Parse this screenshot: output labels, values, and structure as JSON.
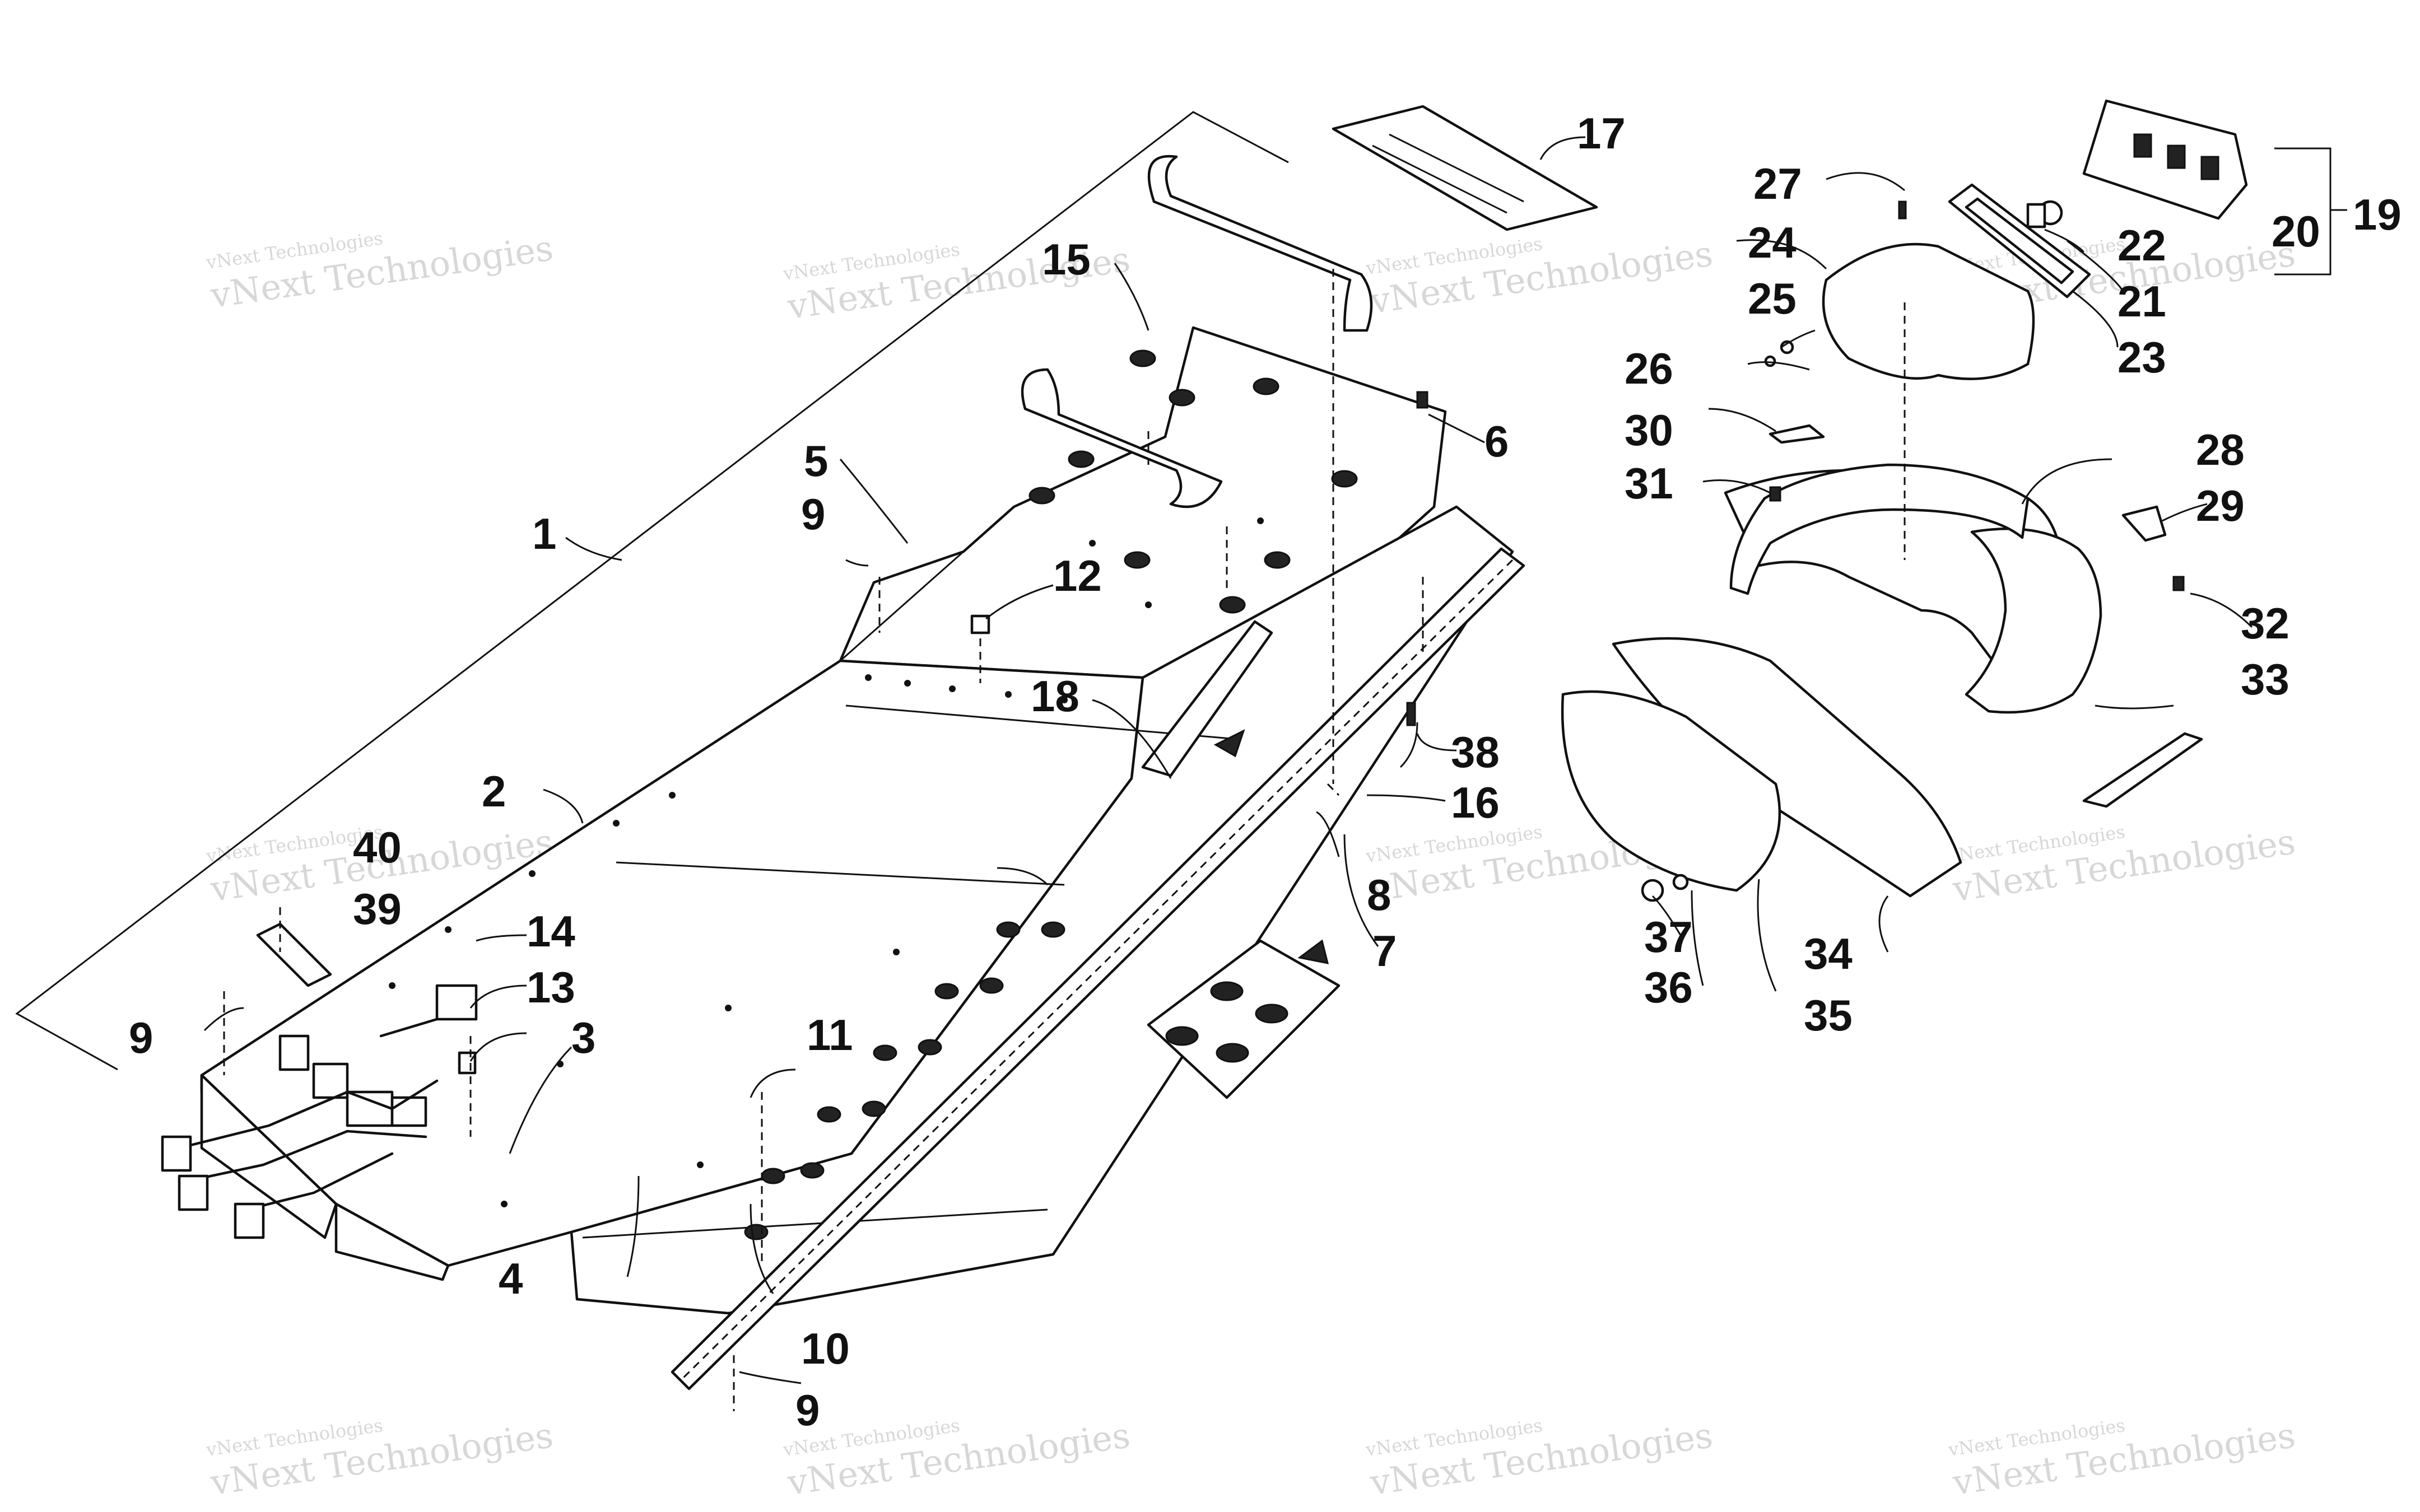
{
  "diagram": {
    "callouts": [
      "1",
      "2",
      "3",
      "4",
      "5",
      "6",
      "7",
      "8",
      "9",
      "10",
      "11",
      "12",
      "13",
      "14",
      "15",
      "16",
      "17",
      "18",
      "19",
      "20",
      "21",
      "22",
      "23",
      "24",
      "25",
      "26",
      "27",
      "28",
      "29",
      "30",
      "31",
      "32",
      "33",
      "34",
      "35",
      "36",
      "37",
      "38",
      "39",
      "40"
    ],
    "repeat_callout": "9"
  },
  "watermark": {
    "line1": "vNext Technologies",
    "line2": "vNext Technologies"
  }
}
